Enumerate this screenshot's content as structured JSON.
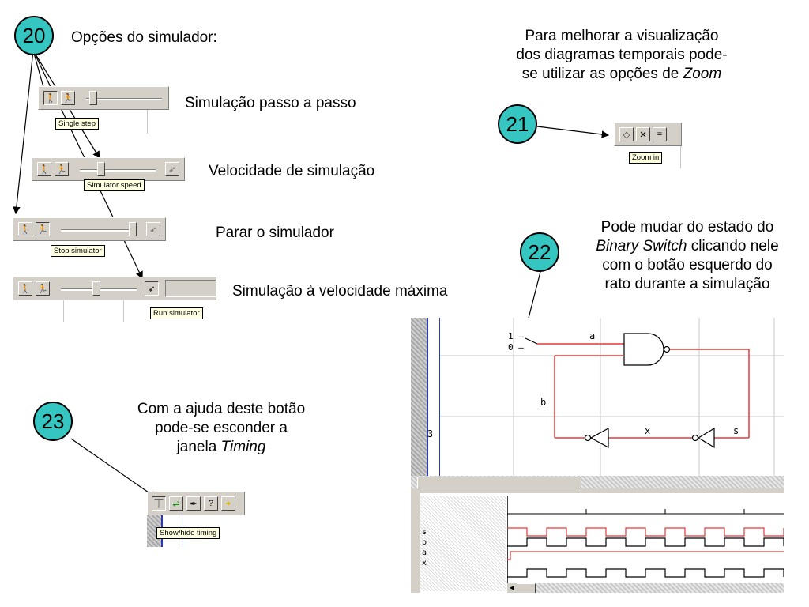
{
  "items": {
    "i20": {
      "number": "20",
      "caption": "Opções do simulador:",
      "rows": [
        {
          "label": "Simulação passo a passo",
          "tooltip": "Single step"
        },
        {
          "label": "Velocidade de simulação",
          "tooltip": "Simulator speed"
        },
        {
          "label": "Parar o simulador",
          "tooltip": "Stop simulator"
        },
        {
          "label": "Simulação à velocidade máxima",
          "tooltip": "Run simulator"
        }
      ]
    },
    "i21": {
      "number": "21",
      "caption_lines": [
        "Para melhorar a visualização",
        "dos diagramas temporais pode-",
        "se utilizar as opções de "
      ],
      "caption_italic": "Zoom",
      "tooltip": "Zoom in",
      "buttons": [
        "◇",
        "✕",
        "="
      ]
    },
    "i22": {
      "number": "22",
      "caption_line1": "Pode mudar do estado do",
      "caption_italic": "Binary Switch",
      "caption_line2_rest": " clicando nele",
      "caption_line3": "com o botão esquerdo do",
      "caption_line4": "rato durante a simulação"
    },
    "i23": {
      "number": "23",
      "caption_line1": "Com a ajuda deste botão",
      "caption_line2": "pode-se esconder a",
      "caption_line3_pre": "janela ",
      "caption_italic": "Timing",
      "tooltip": "Show/hide timing"
    }
  },
  "circuit": {
    "switch_one": "1 –",
    "switch_zero": "0 –",
    "wire_a": "a",
    "wire_b": "b",
    "wire_x": "x",
    "wire_s": "s",
    "margin_number": "3"
  },
  "timing": {
    "signals": [
      "s",
      "b",
      "a",
      "x"
    ]
  },
  "colors": {
    "badge": "#36c6c2",
    "wire": "#e23a3a",
    "window_face": "#d4d0c8",
    "tooltip": "#ffffe1"
  }
}
